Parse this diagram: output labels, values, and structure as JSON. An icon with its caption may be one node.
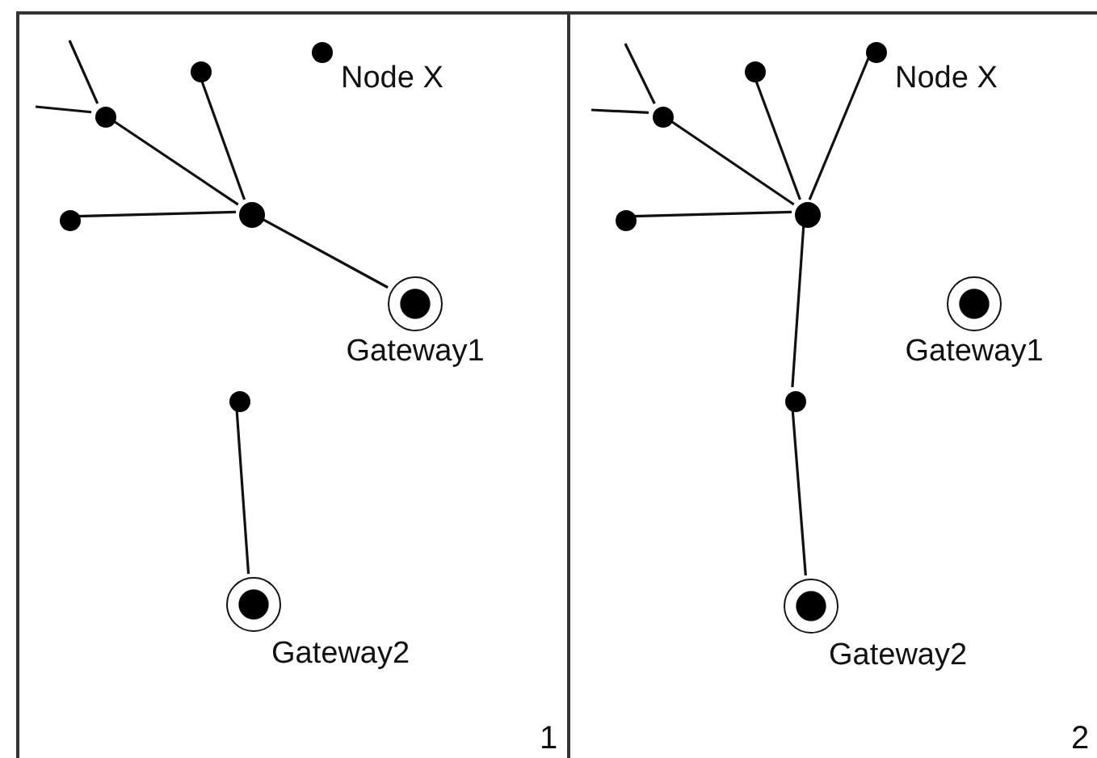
{
  "diagram": {
    "nodes": [
      {
        "text": [
          "1"
        ]
      },
      {
        "text": [],
        "shape": "circle",
        "in": 0
      },
      {
        "text": [],
        "shape": "circle",
        "in": 0
      },
      {
        "text": [],
        "shape": "circle",
        "in": 0,
        "beside": [
          "Node X"
        ]
      },
      {
        "text": [],
        "shape": "circle",
        "in": 0
      },
      {
        "text": [],
        "shape": "circle",
        "in": 0
      },
      {
        "text": [],
        "shape": "circle",
        "in": 0,
        "beside": [
          "Gateway1"
        ]
      },
      {
        "text": [],
        "shape": "circle",
        "in": 0
      },
      {
        "text": [],
        "shape": "circle",
        "in": 0,
        "beside": [
          "Gateway2"
        ]
      },
      {
        "text": [
          "2"
        ]
      },
      {
        "text": [],
        "shape": "circle",
        "in": 9
      },
      {
        "text": [],
        "shape": "circle",
        "in": 9
      },
      {
        "text": [],
        "shape": "circle",
        "in": 9,
        "beside": [
          "Node X"
        ]
      },
      {
        "text": [],
        "shape": "circle",
        "in": 9
      },
      {
        "text": [],
        "shape": "circle",
        "in": 9
      },
      {
        "text": [],
        "shape": "circle",
        "in": 9,
        "beside": [
          "Gateway1"
        ]
      },
      {
        "text": [],
        "shape": "circle",
        "in": 9
      },
      {
        "text": [],
        "shape": "circle",
        "in": 9,
        "beside": [
          "Gateway2"
        ]
      }
    ],
    "edges": [
      {
        "from": null,
        "to": 1,
        "arrow": "none"
      },
      {
        "from": null,
        "to": 1,
        "arrow": "none"
      },
      {
        "from": 1,
        "to": 5,
        "arrow": "none"
      },
      {
        "from": 2,
        "to": 5,
        "arrow": "none"
      },
      {
        "from": 4,
        "to": 5,
        "arrow": "none"
      },
      {
        "from": 5,
        "to": 6,
        "arrow": "none"
      },
      {
        "from": 7,
        "to": 8,
        "arrow": "none"
      },
      {
        "from": null,
        "to": 10,
        "arrow": "none"
      },
      {
        "from": null,
        "to": 10,
        "arrow": "none"
      },
      {
        "from": 10,
        "to": 14,
        "arrow": "none"
      },
      {
        "from": 11,
        "to": 14,
        "arrow": "none"
      },
      {
        "from": 12,
        "to": 14,
        "arrow": "none"
      },
      {
        "from": 13,
        "to": 14,
        "arrow": "none"
      },
      {
        "from": 14,
        "to": 16,
        "arrow": "none"
      },
      {
        "from": 16,
        "to": 17,
        "arrow": "none"
      }
    ]
  }
}
